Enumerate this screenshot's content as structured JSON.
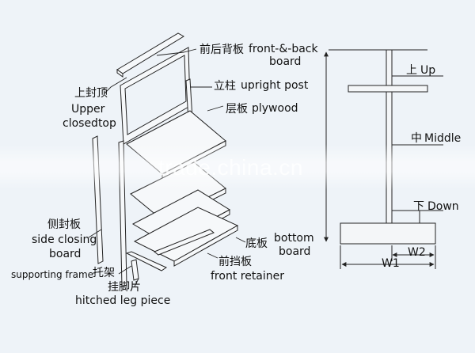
{
  "labels": {
    "front_back_board_cn": "前后背板",
    "front_back_board_en": "front-&-back",
    "front_back_board_en2": "board",
    "upper_closedtop_cn": "上封顶",
    "upper_closedtop_en": "Upper",
    "upper_closedtop_en2": "closedtop",
    "upright_post_cn": "立柱",
    "upright_post_en": "upright post",
    "plywood_cn": "层板",
    "plywood_en": "plywood",
    "side_closing_cn": "侧封板",
    "side_closing_en": "side closing",
    "side_closing_en2": "board",
    "supporting_frame_en": "supporting frame",
    "supporting_frame_cn": "托架",
    "hitched_leg_cn": "挂脚片",
    "hitched_leg_en": "hitched leg piece",
    "bottom_board_cn": "底板",
    "bottom_board_en": "bottom",
    "bottom_board_en2": "board",
    "front_retainer_cn": "前挡板",
    "front_retainer_en": "front retainer",
    "up_cn": "上",
    "up_en": "Up",
    "middle_cn": "中",
    "middle_en": "Middle",
    "down_cn": "下",
    "down_en": "Down",
    "w2": "W2",
    "w1": "W1"
  },
  "watermark": "trade.china.cn",
  "colors": {
    "line": "#222222",
    "fill": "#f4f6f8",
    "background": "#eef3f8"
  }
}
